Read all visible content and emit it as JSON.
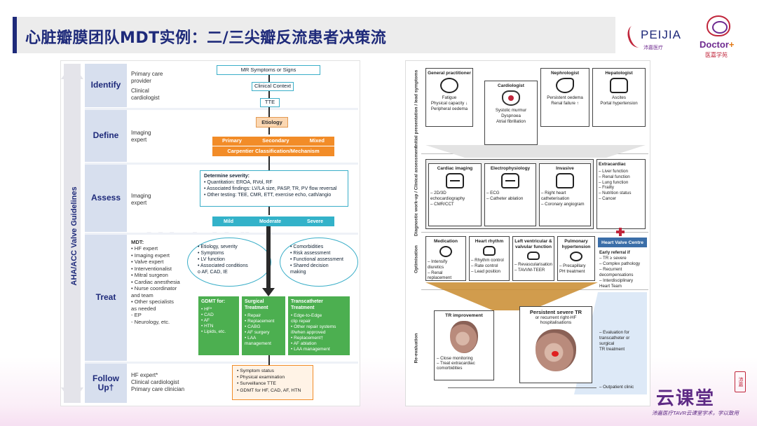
{
  "header": {
    "title": "心脏瓣膜团队MDT实例：二/三尖瓣反流患者决策流",
    "logo_peijia": "PEIJIA",
    "logo_peijia_sub": "沛嘉医疗",
    "logo_doctor": "Doctor",
    "logo_doctor_plus": "+",
    "logo_doctor_cn": "医嘉学苑"
  },
  "left": {
    "side_label": "AHA/ACC Valve Guidelines",
    "stages": {
      "identify": "Identify",
      "define": "Define",
      "assess": "Assess",
      "treat": "Treat",
      "follow": "Follow Up†"
    },
    "who": {
      "identify": [
        "Primary care",
        "provider",
        "",
        "Clinical",
        "cardiologist"
      ],
      "define": [
        "Imaging",
        "expert"
      ],
      "assess": [
        "Imaging",
        "expert"
      ],
      "treat_title": "MDT:",
      "treat": [
        "• HF expert",
        "• Imaging expert",
        "• Valve expert",
        "• Interventionalist",
        "• Mitral surgeon",
        "• Cardiac anesthesia",
        "• Nurse coordinator",
        "  and team",
        "• Other specialists",
        "  as needed",
        "  - EP",
        "  - Neurology, etc."
      ],
      "follow": [
        "HF expert*",
        "Clinical cardiologist",
        "Primary care clinician"
      ]
    },
    "flow": {
      "mr_symptoms": "MR Symptoms or Signs",
      "clinical_context": "Clinical Context",
      "tte": "TTE",
      "etiology": "Etiology",
      "primary": "Primary",
      "secondary": "Secondary",
      "mixed": "Mixed",
      "carpentier": "Carpentier Classification/Mechanism",
      "severity_title": "Determine severity:",
      "severity_lines": [
        "• Quantitation: EROA, RVol, RF",
        "• Associated findings: LV/LA size, PASP, TR, PV flow reversal",
        "• Other testing: TEE, CMR, ETT, exercise echo, cath/angio"
      ],
      "mild": "Mild",
      "moderate": "Moderate",
      "severe": "Severe",
      "ellipse_left": [
        "• Etiology, severity",
        "• Symptoms",
        "• LV function",
        "• Associated conditions",
        "  o AF, CAD, IE"
      ],
      "ellipse_right": [
        "• Comorbidities",
        "• Risk assessment",
        "• Functional assessment",
        "• Shared decision",
        "  making"
      ],
      "gdmt_title": "GDMT for:",
      "gdmt": [
        "• HF*",
        "• CAD",
        "• AF",
        "• HTN",
        "• Lipids, etc."
      ],
      "surgical_title": "Surgical Treatment",
      "surgical": [
        "• Repair",
        "• Replacement",
        "• CABG",
        "• AF surgery",
        "• LAA",
        "  management"
      ],
      "transcatheter_title": "Transcatheter Treatment",
      "transcatheter": [
        "• Edge-to-Edge",
        "  clip repair",
        "• Other repair systems",
        "  if/when approved",
        "• Replacement†",
        "• AF ablation",
        "• LAA management"
      ],
      "followup": [
        "• Symptom status",
        "• Physical examination",
        "• Surveillance TTE",
        "• GDMT for HF, CAD, AF, HTN"
      ]
    }
  },
  "right": {
    "side_labels": {
      "initial": "Initial presentation / lead symptoms",
      "workup": "Diagnostic work-up / Clinical assessment",
      "optimisation": "Optimisation",
      "reevaluation": "Re-evaluation"
    },
    "gp": {
      "title": "General practitioner",
      "lines": [
        "Fatigue",
        "Physical capacity ↓",
        "Peripheral oedema"
      ]
    },
    "cardiologist": {
      "title": "Cardiologist",
      "lines": [
        "Systolic murmur",
        "Dyspnoea",
        "Atrial fibrillation"
      ]
    },
    "nephrologist": {
      "title": "Nephrologist",
      "lines": [
        "Persistent oedema",
        "Renal failure ↑"
      ]
    },
    "hepatologist": {
      "title": "Hepatologist",
      "lines": [
        "Ascites",
        "Portal hypertension"
      ]
    },
    "cardiac_imaging": {
      "title": "Cardiac imaging",
      "lines": [
        "– 2D/3D",
        "  echocardiography",
        "– CMR/CCT"
      ]
    },
    "electrophysiology": {
      "title": "Electrophysiology",
      "lines": [
        "– ECG",
        "– Catheter ablation"
      ]
    },
    "invasive": {
      "title": "Invasive",
      "lines": [
        "– Right heart",
        "  catheterisation",
        "– Coronary angiogram"
      ]
    },
    "extracardiac": {
      "title": "Extracardiac",
      "lines": [
        "– Liver function",
        "– Renal function",
        "– Lung function",
        "– Frailty",
        "– Nutrition status",
        "– Cancer"
      ]
    },
    "medication": {
      "title": "Medication",
      "lines": [
        "– Intensify diuretics",
        "– Renal replacement"
      ]
    },
    "heart_rhythm": {
      "title": "Heart rhythm",
      "lines": [
        "– Rhythm control",
        "– Rate control",
        "– Lead position"
      ]
    },
    "lv_function": {
      "title": "Left ventricular & valvular function",
      "lines": [
        "– Revascularisation",
        "– TAVI/M-TEER"
      ]
    },
    "pulm_htn": {
      "title": "Pulmonary hypertension",
      "lines": [
        "– Precapillary",
        "  PH treatment"
      ]
    },
    "hvc": "Heart Valve Centre",
    "early_referral": {
      "title": "Early referral if",
      "lines": [
        "– TR ≥ severe",
        "– Complex pathology",
        "– Recurrent",
        "  decompensations",
        "– Interdisciplinary",
        "  Heart Team"
      ]
    },
    "tr_improvement": {
      "title": "TR improvement",
      "lines": [
        "– Close monitoring",
        "– Treat extracardiac",
        "  comorbidities"
      ]
    },
    "persistent_tr": {
      "title": "Persistent severe TR",
      "subtitle": "or recurrent right-HF hospitalisations"
    },
    "evaluation": [
      "– Evaluation for",
      "  transcatheter or",
      "  surgical",
      "  TR treatment"
    ],
    "outpatient": "– Outpatient clinic"
  },
  "branding": {
    "yunketang": "云课堂",
    "seal": "沛嘉",
    "slogan": "沛嘉医疗TAVR云课堂学术，学以致用"
  },
  "colors": {
    "title_navy": "#1e2a7a",
    "orange": "#f28c28",
    "teal": "#33b2c9",
    "green": "#4caf50",
    "valve_centre_blue": "#3b6ea8",
    "brand_purple": "#5e2a85"
  }
}
